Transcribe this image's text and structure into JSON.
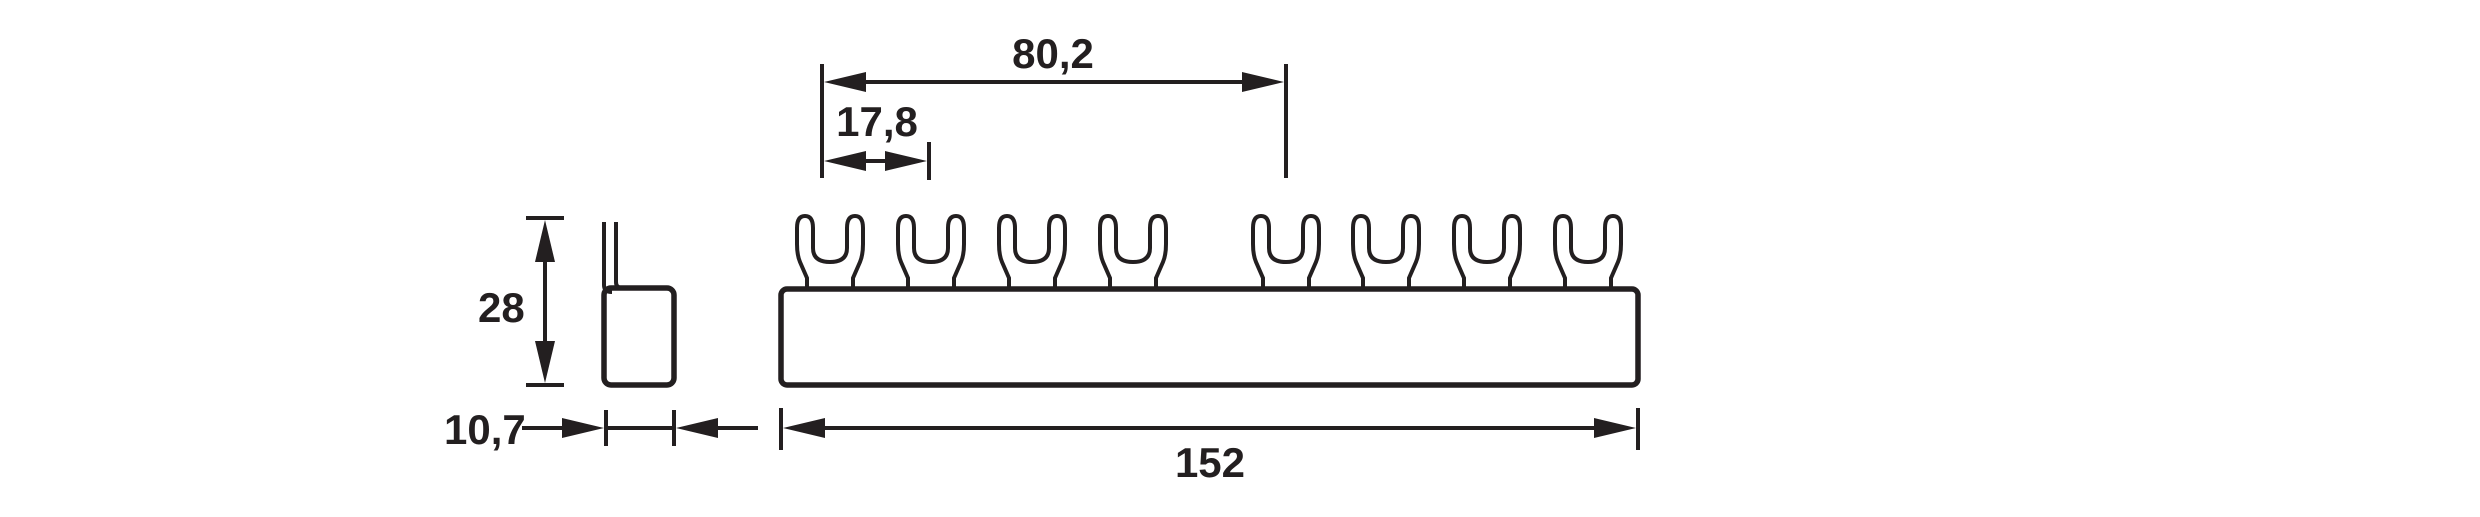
{
  "dimensions": {
    "pitch_span": "80,2",
    "pitch": "17,8",
    "height": "28",
    "depth": "10,7",
    "length": "152"
  },
  "colors": {
    "line": "#231f20",
    "background": "#ffffff"
  }
}
